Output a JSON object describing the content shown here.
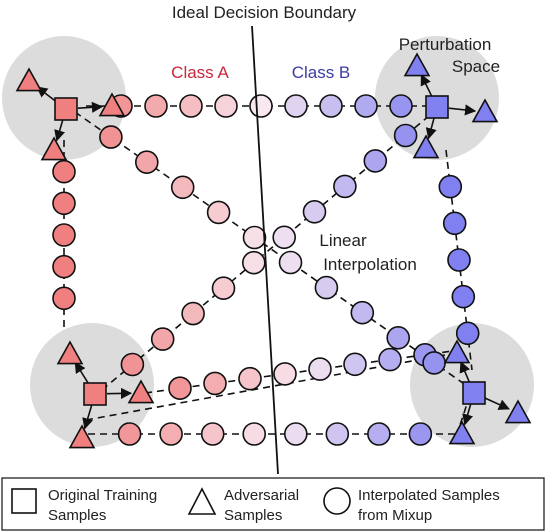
{
  "labels": {
    "boundary": "Ideal Decision Boundary",
    "class_a": "Class A",
    "class_b": "Class B",
    "perturbation_1": "Perturbation",
    "perturbation_2": "Space",
    "linear_1": "Linear",
    "linear_2": "Interpolation"
  },
  "legend": {
    "square_1": "Original Training",
    "square_2": "Samples",
    "triangle_1": "Adversarial",
    "triangle_2": "Samples",
    "circle_1": "Interpolated Samples",
    "circle_2": "from Mixup"
  },
  "colors": {
    "class_a": "#f08080",
    "class_b": "#8080f0",
    "label_a": "#c8283c",
    "label_b": "#3c3ca0",
    "region": "#dcdcdc"
  }
}
